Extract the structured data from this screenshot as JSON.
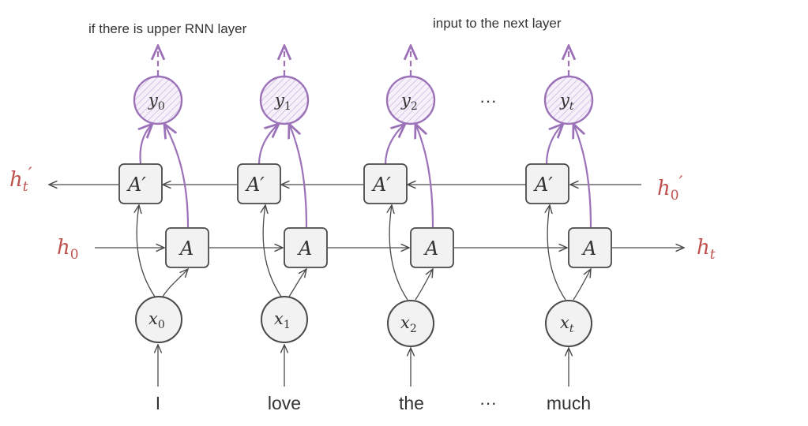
{
  "colors": {
    "ink": "#4a4a4a",
    "purple": "#9b72b8",
    "purple_fill": "#e8dcf0",
    "red": "#c0504d",
    "box_fill": "#f2f2f2"
  },
  "annotations": {
    "upper_layer": "if there is upper RNN layer",
    "next_layer": "input to the next layer"
  },
  "ellipsis": "···",
  "hidden_states": {
    "backward_out": "h",
    "backward_out_sub": "t",
    "backward_out_prime": "′",
    "backward_in": "h",
    "backward_in_sub": "0",
    "backward_in_prime": "′",
    "forward_in": "h",
    "forward_in_sub": "0",
    "forward_out": "h",
    "forward_out_sub": "t"
  },
  "cell_labels": {
    "forward": "A",
    "backward": "A′"
  },
  "columns": [
    {
      "word": "I",
      "x": "x",
      "x_sub": "0",
      "y": "y",
      "y_sub": "0"
    },
    {
      "word": "love",
      "x": "x",
      "x_sub": "1",
      "y": "y",
      "y_sub": "1"
    },
    {
      "word": "the",
      "x": "x",
      "x_sub": "2",
      "y": "y",
      "y_sub": "2"
    },
    {
      "word": "much",
      "x": "x",
      "x_sub": "t",
      "y": "y",
      "y_sub": "t"
    }
  ]
}
